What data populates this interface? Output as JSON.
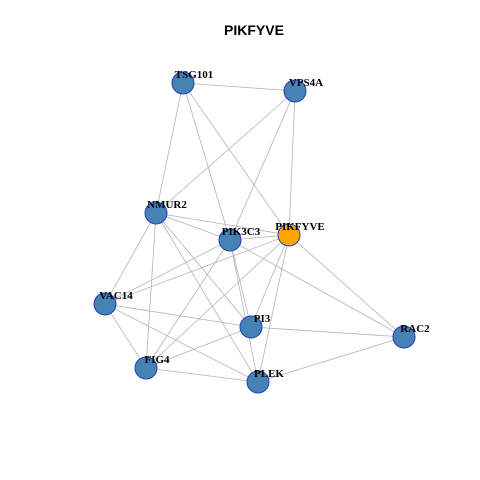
{
  "title": "PIKFYVE",
  "colors": {
    "default_node": "#4682b4",
    "highlight_node": "#ffa500",
    "node_border": "#1f3fbf",
    "edge": "#b3b3b3",
    "background": "#ffffff"
  },
  "nodes": [
    {
      "id": "TSG101",
      "label": "TSG101",
      "highlight": false
    },
    {
      "id": "VPS4A",
      "label": "VPS4A",
      "highlight": false
    },
    {
      "id": "NMUR2",
      "label": "NMUR2",
      "highlight": false
    },
    {
      "id": "PIKFYVE",
      "label": "PIKFYVE",
      "highlight": true
    },
    {
      "id": "PIK3C3",
      "label": "PIK3C3",
      "highlight": false
    },
    {
      "id": "VAC14",
      "label": "VAC14",
      "highlight": false
    },
    {
      "id": "PI3",
      "label": "PI3",
      "highlight": false
    },
    {
      "id": "RAC2",
      "label": "RAC2",
      "highlight": false
    },
    {
      "id": "FIG4",
      "label": "FIG4",
      "highlight": false
    },
    {
      "id": "PLEK",
      "label": "PLEK",
      "highlight": false
    }
  ],
  "edges": [
    [
      "TSG101",
      "VPS4A"
    ],
    [
      "TSG101",
      "NMUR2"
    ],
    [
      "TSG101",
      "PIK3C3"
    ],
    [
      "TSG101",
      "PIKFYVE"
    ],
    [
      "VPS4A",
      "NMUR2"
    ],
    [
      "VPS4A",
      "PIK3C3"
    ],
    [
      "VPS4A",
      "PIKFYVE"
    ],
    [
      "NMUR2",
      "PIK3C3"
    ],
    [
      "NMUR2",
      "PIKFYVE"
    ],
    [
      "NMUR2",
      "VAC14"
    ],
    [
      "NMUR2",
      "FIG4"
    ],
    [
      "NMUR2",
      "PI3"
    ],
    [
      "NMUR2",
      "PLEK"
    ],
    [
      "PIK3C3",
      "PIKFYVE"
    ],
    [
      "PIK3C3",
      "VAC14"
    ],
    [
      "PIK3C3",
      "FIG4"
    ],
    [
      "PIK3C3",
      "PI3"
    ],
    [
      "PIK3C3",
      "PLEK"
    ],
    [
      "PIK3C3",
      "RAC2"
    ],
    [
      "PIKFYVE",
      "VAC14"
    ],
    [
      "PIKFYVE",
      "FIG4"
    ],
    [
      "PIKFYVE",
      "PI3"
    ],
    [
      "PIKFYVE",
      "PLEK"
    ],
    [
      "PIKFYVE",
      "RAC2"
    ],
    [
      "VAC14",
      "FIG4"
    ],
    [
      "VAC14",
      "PI3"
    ],
    [
      "VAC14",
      "PLEK"
    ],
    [
      "PI3",
      "FIG4"
    ],
    [
      "PI3",
      "RAC2"
    ],
    [
      "FIG4",
      "PLEK"
    ],
    [
      "PLEK",
      "RAC2"
    ]
  ]
}
